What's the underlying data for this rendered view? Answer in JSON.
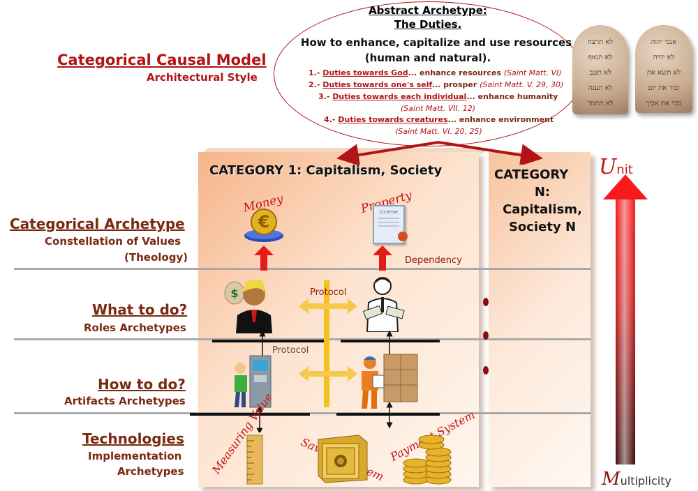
{
  "model": {
    "title": "Categorical Causal Model",
    "subtitle": "Architectural Style"
  },
  "abstract": {
    "title1": "Abstract Archetype:",
    "title2": "The Duties.",
    "lead1": "How to enhance, capitalize and use resources",
    "lead2": "(human and natural).",
    "duties": [
      {
        "num": "1.-",
        "link": "Duties towards God",
        "rest": "... enhance resources ",
        "ref": "(Saint Matt. VI)"
      },
      {
        "num": "2.-",
        "link": "Duties towards one's self",
        "rest": "... prosper ",
        "ref": "(Saint Matt. V. 29, 30)"
      },
      {
        "num": "3.-",
        "link": "Duties towards each individual",
        "rest": "... enhance humanity",
        "ref": "(Saint Matt. VII. 12)"
      },
      {
        "num": "4.-",
        "link": "Duties towards creatures",
        "rest": "... enhance environment",
        "ref": "(Saint Matt. VI. 20, 25)"
      }
    ]
  },
  "tablets": {
    "left": [
      "לא תרצח",
      "לא תנאף",
      "לא תגנב",
      "לא תענה",
      "לא תחמד"
    ],
    "right": [
      "אנכי יהוה",
      "לא יהיה",
      "לא תשא את",
      "זכור את יום",
      "כבד את אביך"
    ]
  },
  "category1": {
    "title": "CATEGORY 1: Capitalism, Society"
  },
  "categoryN": {
    "line1": "CATEGORY",
    "line2": "N:",
    "line3": "Capitalism,",
    "line4": "Society N"
  },
  "scale": {
    "top_initial": "U",
    "top_rest": "nit",
    "bottom_initial": "M",
    "bottom_rest": "ultiplicity"
  },
  "layers": {
    "archetype": {
      "title": "Categorical Archetype",
      "sub1": "Constellation of Values",
      "sub2": "(Theology)"
    },
    "roles": {
      "title": "What to do?",
      "sub": "Roles Archetypes"
    },
    "artifacts": {
      "title": "How to do?",
      "sub": "Artifacts Archetypes"
    },
    "tech": {
      "title": "Technologies",
      "sub1": "Implementation",
      "sub2": "Archetypes"
    }
  },
  "values": {
    "money": "Money",
    "property": "Property",
    "license": "License",
    "dependency": "Dependency"
  },
  "protocols": {
    "p1": "Protocol",
    "p2": "Protocol"
  },
  "tech_items": {
    "measuring": "Measuring Value",
    "savings": "Savings System",
    "payment": "Payment System"
  },
  "colors": {
    "accent": "#b01414",
    "brown": "#7a2a10",
    "gold": "#f2c21b",
    "panel": "#f6b489"
  }
}
